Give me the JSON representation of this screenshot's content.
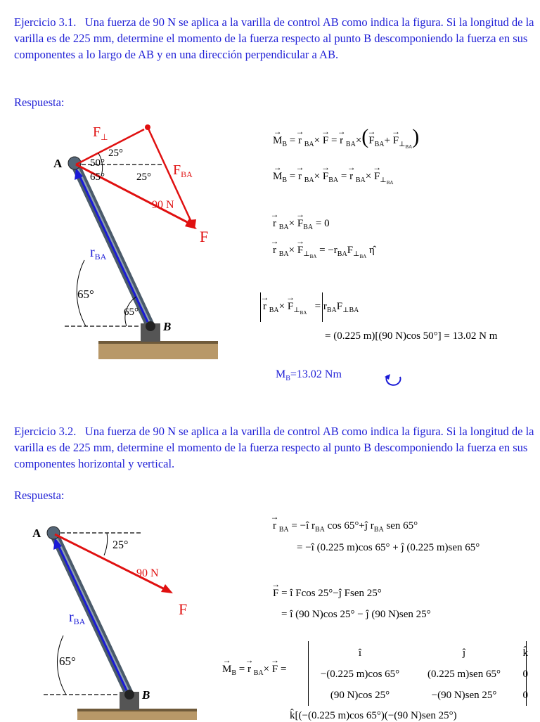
{
  "ex1": {
    "title": "Ejercicio 3.1.",
    "text": "Una fuerza de 90 N se aplica a la varilla de control AB como indica la figura. Si la longitud de la varilla es de 225 mm, determine el momento de la fuerza respecto al punto B descomponiendo la fuerza en sus componentes a lo largo de AB y en una dirección perpendicular a AB.",
    "respuesta": "Respuesta:",
    "fig": {
      "F_perp": "F⊥",
      "F_BA": "FBA",
      "F": "F",
      "rBA": "rBA",
      "A": "A",
      "B": "B",
      "ang25": "25°",
      "ang50": "50°",
      "ang65a": "65°",
      "ang25b": "25°",
      "force": "90 N",
      "ang65b": "65°",
      "ang65c": "65°"
    },
    "eq1": "M_B = r_BA × F = r_BA × (F_BA + F_⊥BA)",
    "eq2": "M_B = r_BA × F_BA = r_BA × F_⊥BA",
    "eq3": "r_BA × F_BA = 0",
    "eq4": "r_BA × F_⊥BA = −r_BA F_⊥BA η̂",
    "eq5": "|r_BA × F_⊥BA| = r_BA F_⊥BA",
    "eq6": "= (0.225 m)[(90 N)cos 50°] = 13.02 N m",
    "result": "MB=13.02 Nm"
  },
  "ex2": {
    "title": "Ejercicio 3.2.",
    "text": "Una fuerza de 90 N se aplica a la varilla de control AB como indica la figura. Si la longitud de la varilla es de 225 mm, determine el momento de la fuerza respecto al punto B descomponiendo la fuerza en sus componentes horizontal y vertical.",
    "respuesta": "Respuesta:",
    "fig": {
      "A": "A",
      "B": "B",
      "ang25": "25°",
      "force": "90 N",
      "F": "F",
      "rBA": "rBA",
      "ang65": "65°"
    },
    "eq1a": "r_BA = −î r_BA cos 65° + ĵ r_BA sen 65°",
    "eq1b": "= −î (0.225 m)cos 65° + ĵ (0.225 m)sen 65°",
    "eq2a": "F = î F cos 25° − ĵ F sen 25°",
    "eq2b": "= î (90 N)cos 25° − ĵ (90 N)sen 25°",
    "det_lhs": "M_B = r_BA × F =",
    "det": {
      "row1": [
        "î",
        "ĵ",
        "k̂"
      ],
      "row2": [
        "−(0.225 m)cos 65°",
        "(0.225 m)sen 65°",
        "0"
      ],
      "row3": [
        "(90 N)cos 25°",
        "−(90 N)sen 25°",
        "0"
      ]
    },
    "eq_last": "k̂[(−(0.225 m)cos 65°)(−(90 N)sen 25°)"
  }
}
